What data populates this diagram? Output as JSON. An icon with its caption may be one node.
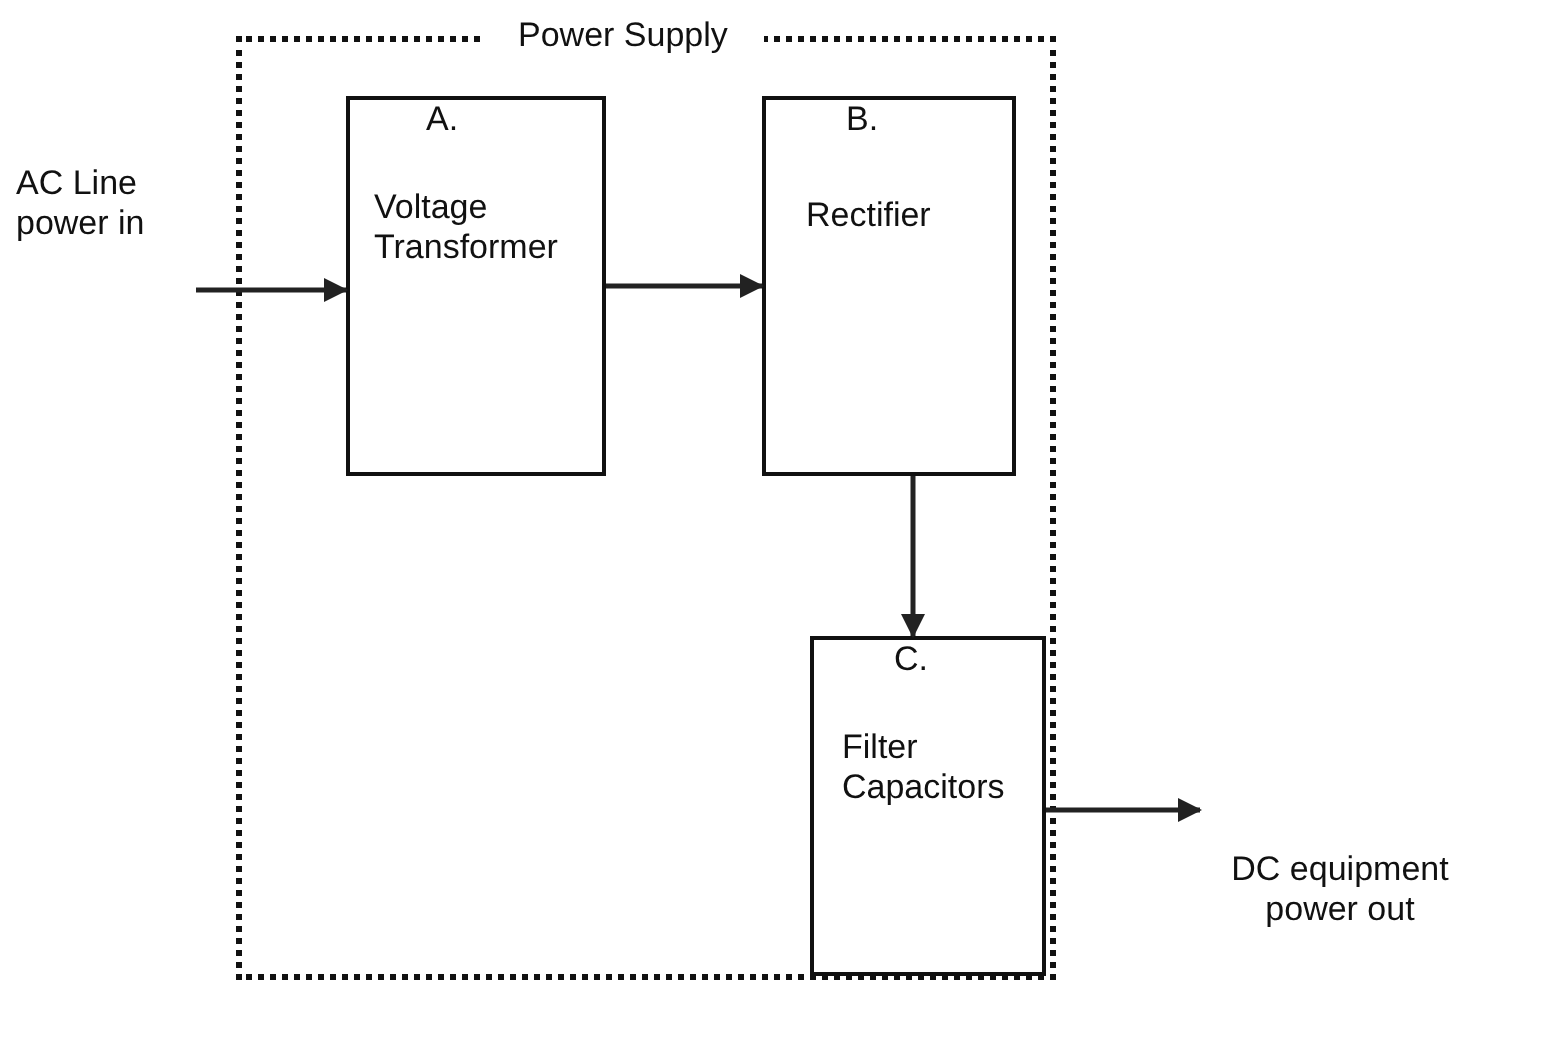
{
  "diagram": {
    "nodes": [
      {
        "text": [
          "Power Supply"
        ]
      },
      {
        "text": [
          "A.",
          "Voltage Transformer"
        ],
        "in": 0
      },
      {
        "text": [
          "B.",
          "Rectifier"
        ],
        "in": 0
      },
      {
        "text": [
          "C.",
          "Filter Capacitors"
        ],
        "in": 0
      },
      {
        "text": [
          "AC Line power in"
        ]
      },
      {
        "text": [
          "DC equipment power out"
        ]
      }
    ],
    "edges": [
      {
        "from": 4,
        "to": 1,
        "arrow": "to"
      },
      {
        "from": 1,
        "to": 2,
        "arrow": "to"
      },
      {
        "from": 2,
        "to": 3,
        "arrow": "to"
      },
      {
        "from": 3,
        "to": 5,
        "arrow": "to"
      }
    ]
  }
}
